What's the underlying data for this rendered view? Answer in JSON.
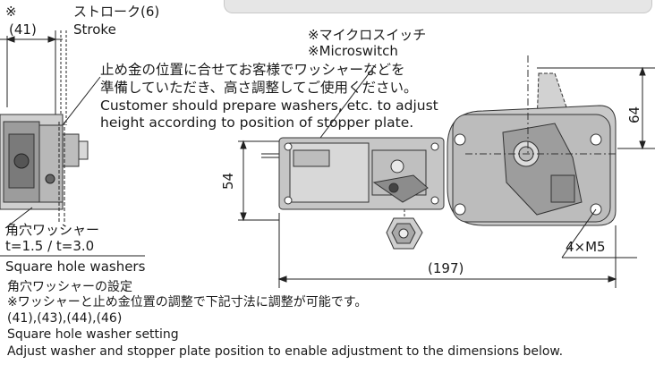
{
  "labels": {
    "ref_mark": "※",
    "dim_41": "(41)",
    "stroke_jp": "ストローク(6)",
    "stroke_en": "Stroke",
    "microswitch_jp": "※マイクロスイッチ",
    "microswitch_en": "※Microswitch",
    "dim_64": "64",
    "dim_54": "54",
    "dim_197": "(197)",
    "screw": "4×M5"
  },
  "note": {
    "line1": "止め金の位置に合せてお客様でワッシャーなどを",
    "line2": "準備していただき、高さ調整してご使用ください。",
    "line3": "Customer should prepare washers, etc. to adjust",
    "line4": "height according to position of stopper plate."
  },
  "washer": {
    "jp": "角穴ワッシャー",
    "thickness": "t=1.5 / t=3.0",
    "en": "Square hole washers"
  },
  "setting": {
    "title_jp": "角穴ワッシャーの設定",
    "desc_jp": "※ワッシャーと止め金位置の調整で下記寸法に調整が可能です。",
    "values": "(41),(43),(44),(46)",
    "title_en": "Square hole washer setting",
    "desc_en": "Adjust washer and stopper plate position to enable adjustment to the dimensions below."
  }
}
